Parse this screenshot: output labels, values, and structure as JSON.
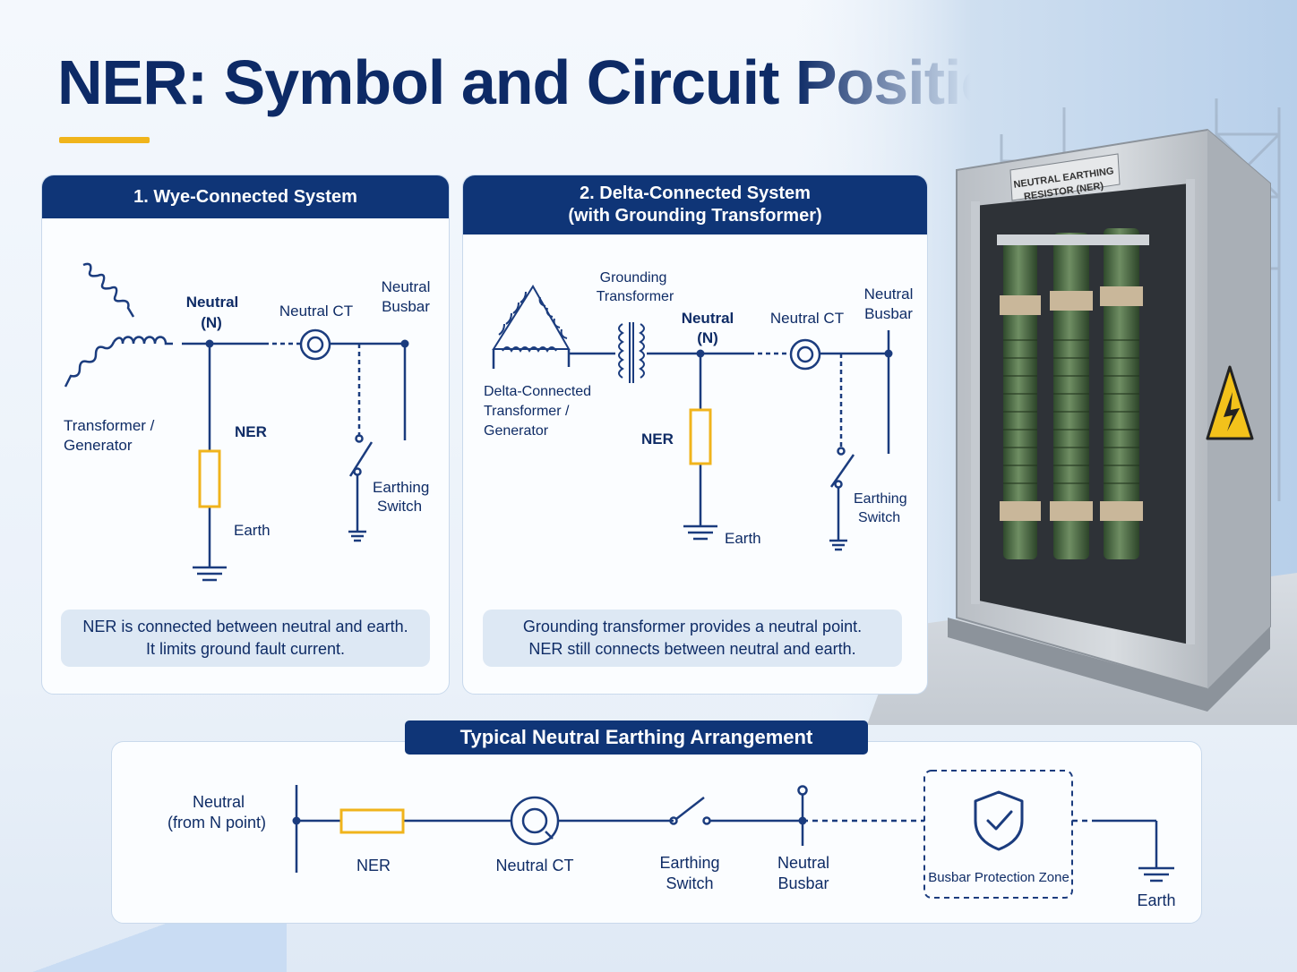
{
  "title": "NER: Symbol and Circuit Position",
  "colors": {
    "navy": "#0f3577",
    "accent": "#f0b41c",
    "line": "#1b3c7e"
  },
  "panel1": {
    "header": "1. Wye-Connected System",
    "labels": {
      "neutral": "Neutral",
      "n": "(N)",
      "neutral_ct": "Neutral CT",
      "neutral_busbar_1": "Neutral",
      "neutral_busbar_2": "Busbar",
      "source_1": "Transformer /",
      "source_2": "Generator",
      "ner": "NER",
      "earthing_switch_1": "Earthing",
      "earthing_switch_2": "Switch",
      "earth": "Earth"
    },
    "note_1": "NER is connected between neutral and earth.",
    "note_2": "It limits ground fault current."
  },
  "panel2": {
    "header_1": "2. Delta-Connected System",
    "header_2": "(with Grounding Transformer)",
    "labels": {
      "grounding_1": "Grounding",
      "grounding_2": "Transformer",
      "neutral": "Neutral",
      "n": "(N)",
      "neutral_ct": "Neutral CT",
      "neutral_busbar_1": "Neutral",
      "neutral_busbar_2": "Busbar",
      "source_1": "Delta-Connected",
      "source_2": "Transformer /",
      "source_3": "Generator",
      "ner": "NER",
      "earthing_switch_1": "Earthing",
      "earthing_switch_2": "Switch",
      "earth": "Earth"
    },
    "note_1": "Grounding transformer provides a neutral point.",
    "note_2": "NER still connects between neutral and earth."
  },
  "arrangement": {
    "title": "Typical Neutral Earthing Arrangement",
    "neutral_1": "Neutral",
    "neutral_2": "(from N point)",
    "ner": "NER",
    "neutral_ct": "Neutral CT",
    "earthing_switch_1": "Earthing",
    "earthing_switch_2": "Switch",
    "neutral_busbar_1": "Neutral",
    "neutral_busbar_2": "Busbar",
    "protection_zone": "Busbar Protection Zone",
    "earth": "Earth"
  },
  "photo": {
    "plate_1": "NEUTRAL EARTHING",
    "plate_2": "RESISTOR (NER)",
    "warning_icon": "high-voltage-warning-icon"
  }
}
